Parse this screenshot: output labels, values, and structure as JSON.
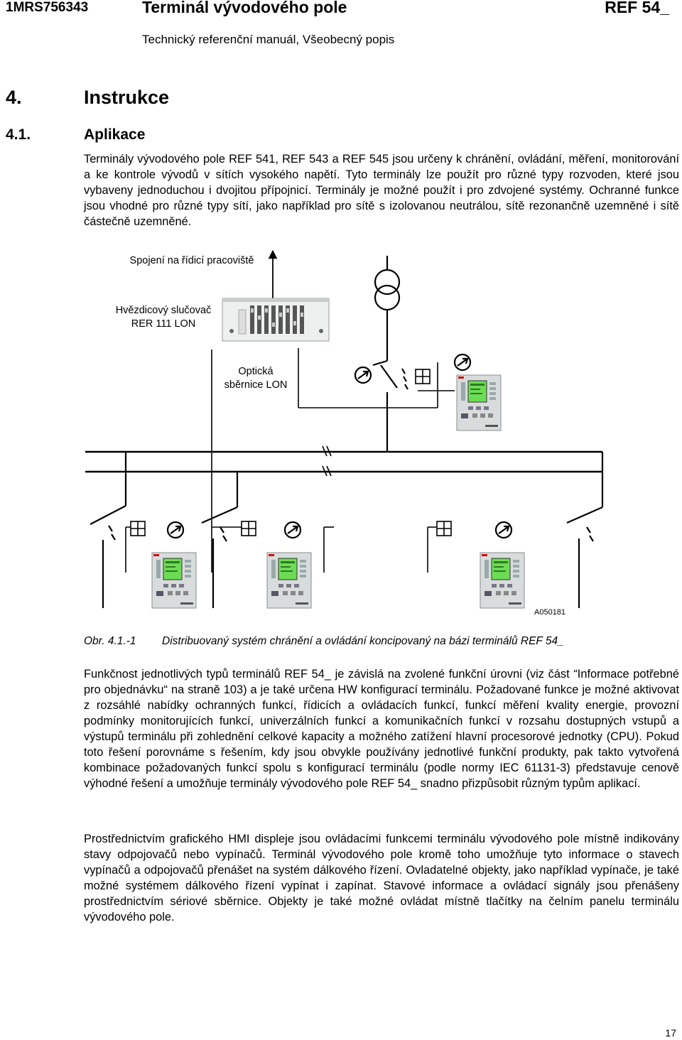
{
  "header": {
    "doc_id": "1MRS756343",
    "title": "Terminál vývodového pole",
    "product": "REF 54_",
    "subtitle": "Technický referenční manuál, Všeobecný popis"
  },
  "section": {
    "number": "4.",
    "title": "Instrukce"
  },
  "subsection": {
    "number": "4.1.",
    "title": "Aplikace"
  },
  "paragraphs": {
    "p1": "Terminály vývodového pole REF 541, REF 543 a REF 545 jsou určeny k chránění, ovládání, měření, monitorování a ke kontrole vývodů v sítích vysokého napětí. Tyto terminály lze použít pro různé typy rozvoden, které jsou vybaveny jednoduchou i dvojitou přípojnicí. Terminály je možné použít i pro zdvojené systémy. Ochranné funkce jsou vhodné pro různé typy sítí, jako například pro sítě s izolovanou neutrálou, sítě rezonančně uzemněné i sítě částečně uzemněné.",
    "p2": "Funkčnost jednotlivých typů terminálů REF 54_ je závislá na zvolené funkční úrovni (viz část “Informace potřebné pro objednávku“ na straně 103) a je také určena HW konfigurací terminálu. Požadované funkce je možné aktivovat z rozsáhlé nabídky ochranných funkcí, řídicích a ovládacích funkcí, funkcí měření kvality energie, provozní podmínky monitorujících funkcí, univerzálních funkcí a komunikačních funkcí v rozsahu dostupných vstupů a výstupů terminálu při zohlednění celkové kapacity a možného zatížení hlavní procesorové jednotky (CPU). Pokud toto řešení porovnáme s řešením, kdy jsou obvykle používány jednotlivé funkční produkty, pak takto vytvořená kombinace požadovaných funkcí spolu s konfigurací terminálu (podle normy IEC 61131-3) představuje cenově výhodné řešení a umožňuje terminály vývodového pole REF 54_ snadno přizpůsobit různým typům aplikací.",
    "p3": "Prostřednictvím grafického HMI displeje jsou ovládacími funkcemi terminálu vývodového pole místně indikovány stavy odpojovačů nebo vypínačů. Terminál vývodového pole kromě toho umožňuje tyto informace o stavech vypínačů a odpojovačů přenášet na systém dálkového řízení. Ovladatelné objekty, jako například vypínače, je také možné systémem dálkového řízení vypínat i zapínat. Stavové informace a ovládací signály jsou přenášeny prostřednictvím sériové sběrnice. Objekty je také možné ovládat místně tlačítky na čelním panelu terminálu vývodového pole."
  },
  "figure": {
    "label_control_center": "Spojení na řídicí pracoviště",
    "label_star_coupler_1": "Hvězdicový slučovač",
    "label_star_coupler_2": "RER 111 LON",
    "label_optical_bus_1": "Optická",
    "label_optical_bus_2": "sběrnice LON",
    "figure_code": "A050181",
    "caption_number": "Obr. 4.1.-1",
    "caption_text": "Distribuovaný systém chránění a ovládání koncipovaný na bázi terminálů REF 54_"
  },
  "page_number": "17",
  "icons": [
    "transformer-icon",
    "star-coupler-device",
    "disconnector-switch-icon",
    "breaker-status-icon",
    "measurement-icon",
    "feeder-terminal-device"
  ],
  "colors": {
    "device_body": "#d9dcdc",
    "device_screen": "#6ddc55",
    "abb_red": "#d01010",
    "line": "#000000"
  }
}
